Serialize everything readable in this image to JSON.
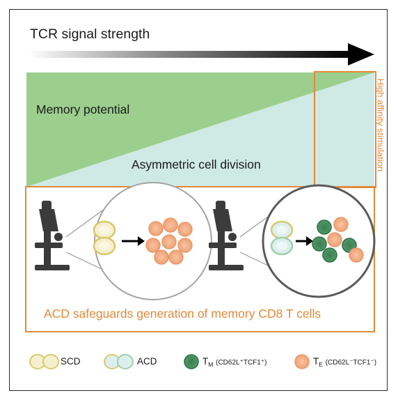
{
  "header": {
    "title": "TCR signal strength"
  },
  "gradient_panel": {
    "memory_label": "Memory potential",
    "acd_label": "Asymmetric cell division",
    "high_affinity_label": "High affinity stimulation"
  },
  "conclusion": "ACD safeguards generation of memory CD8 T cells",
  "legend": {
    "scd": "SCD",
    "acd": "ACD",
    "tm_letter": "T",
    "tm_sub": "M",
    "tm_markers": "(CD62L⁺TCF1⁺)",
    "te_letter": "T",
    "te_sub": "E",
    "te_markers": "(CD62L⁻TCF1⁻)"
  },
  "colors": {
    "memory_green": "#9ccf8e",
    "acd_teal": "#cfe9e5",
    "accent_orange": "#e08a3a",
    "effector_cell": "#f6b48d",
    "memory_cell": "#3f8a58"
  }
}
